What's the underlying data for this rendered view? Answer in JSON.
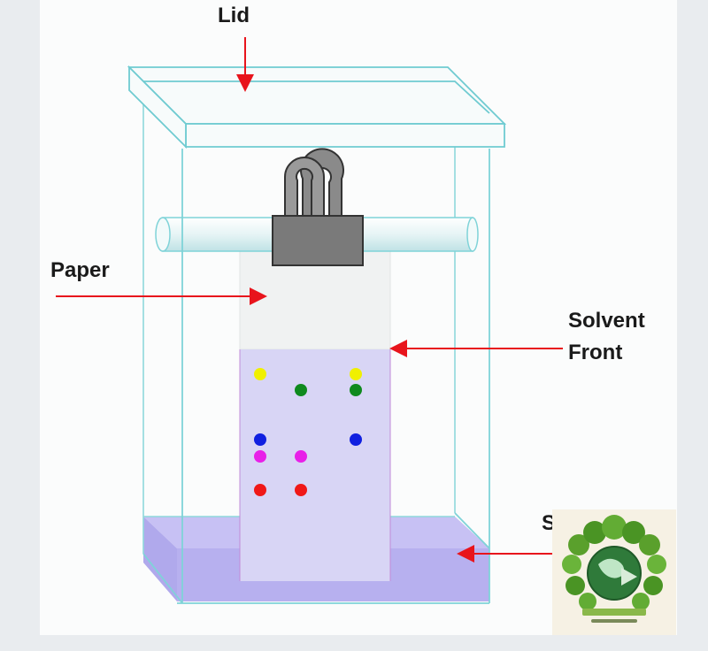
{
  "labels": {
    "lid": "Lid",
    "paper": "Paper",
    "solvent_front": "Solvent Front",
    "solvent_partial": "S"
  },
  "colors": {
    "tank_outline": "#7fd3d8",
    "solvent": "#bcb6f2",
    "wet_paper": "#d6d3f4",
    "dry_paper": "#f0f2f2",
    "arrow": "#e8141c",
    "clip": "#7a7a7a",
    "spot_yellow": "#f0f000",
    "spot_green": "#0f8a1e",
    "spot_blue": "#1020e0",
    "spot_magenta": "#e820e8",
    "spot_red": "#f01818"
  },
  "spots": [
    {
      "color": "spot_yellow",
      "lane": 1,
      "row": "top"
    },
    {
      "color": "spot_yellow",
      "lane": 3,
      "row": "top"
    },
    {
      "color": "spot_green",
      "lane": 2,
      "row": "second"
    },
    {
      "color": "spot_green",
      "lane": 3,
      "row": "second"
    },
    {
      "color": "spot_blue",
      "lane": 1,
      "row": "middle"
    },
    {
      "color": "spot_blue",
      "lane": 3,
      "row": "middle"
    },
    {
      "color": "spot_magenta",
      "lane": 1,
      "row": "lower"
    },
    {
      "color": "spot_magenta",
      "lane": 2,
      "row": "lower"
    },
    {
      "color": "spot_red",
      "lane": 1,
      "row": "bottom"
    },
    {
      "color": "spot_red",
      "lane": 2,
      "row": "bottom"
    }
  ],
  "logo": {
    "icon": "earth-tree-logo-icon"
  }
}
